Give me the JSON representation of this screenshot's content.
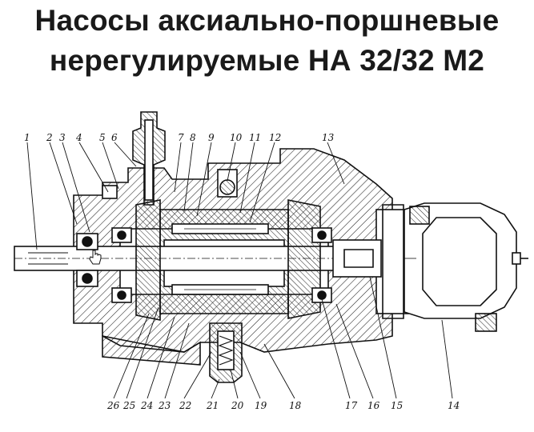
{
  "title": {
    "line1": "Насосы аксиально-поршневые",
    "line2": "нерегулируемые НА 32/32 М2"
  },
  "callouts": {
    "top": [
      "1",
      "2",
      "3",
      "4",
      "5",
      "6",
      "7",
      "8",
      "9",
      "10",
      "11",
      "12",
      "13"
    ],
    "bottom": [
      "26",
      "25",
      "24",
      "23",
      "22",
      "21",
      "20",
      "19",
      "18",
      "17",
      "16",
      "15",
      "14"
    ]
  },
  "cursor_icon": "hand-pointer-icon"
}
